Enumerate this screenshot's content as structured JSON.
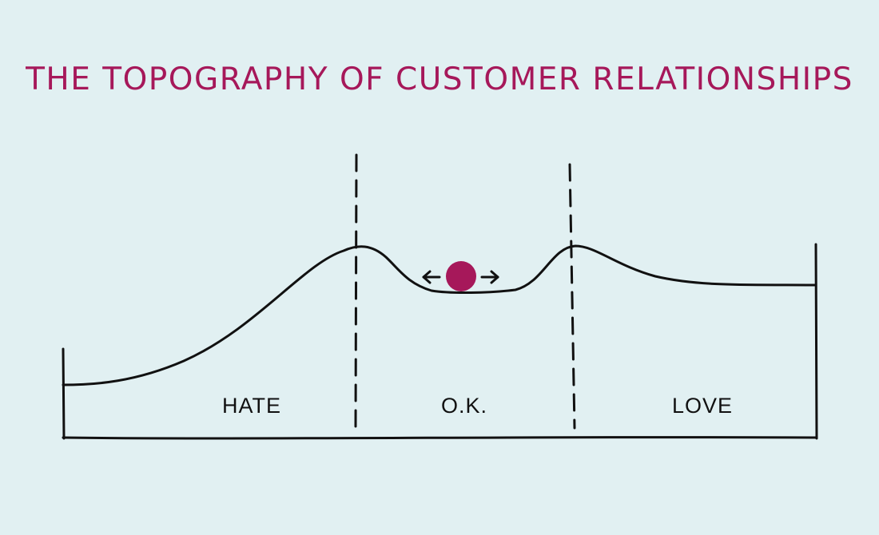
{
  "title": "THE TOPOGRAPHY OF CUSTOMER RELATIONSHIPS",
  "regions": [
    {
      "label": "HATE"
    },
    {
      "label": "O.K."
    },
    {
      "label": "LOVE"
    }
  ],
  "marker": {
    "name": "ball-in-valley",
    "motion": "oscillates left and right"
  },
  "colors": {
    "background": "#e1f0f2",
    "accent": "#a6185a",
    "ink": "#111111"
  }
}
